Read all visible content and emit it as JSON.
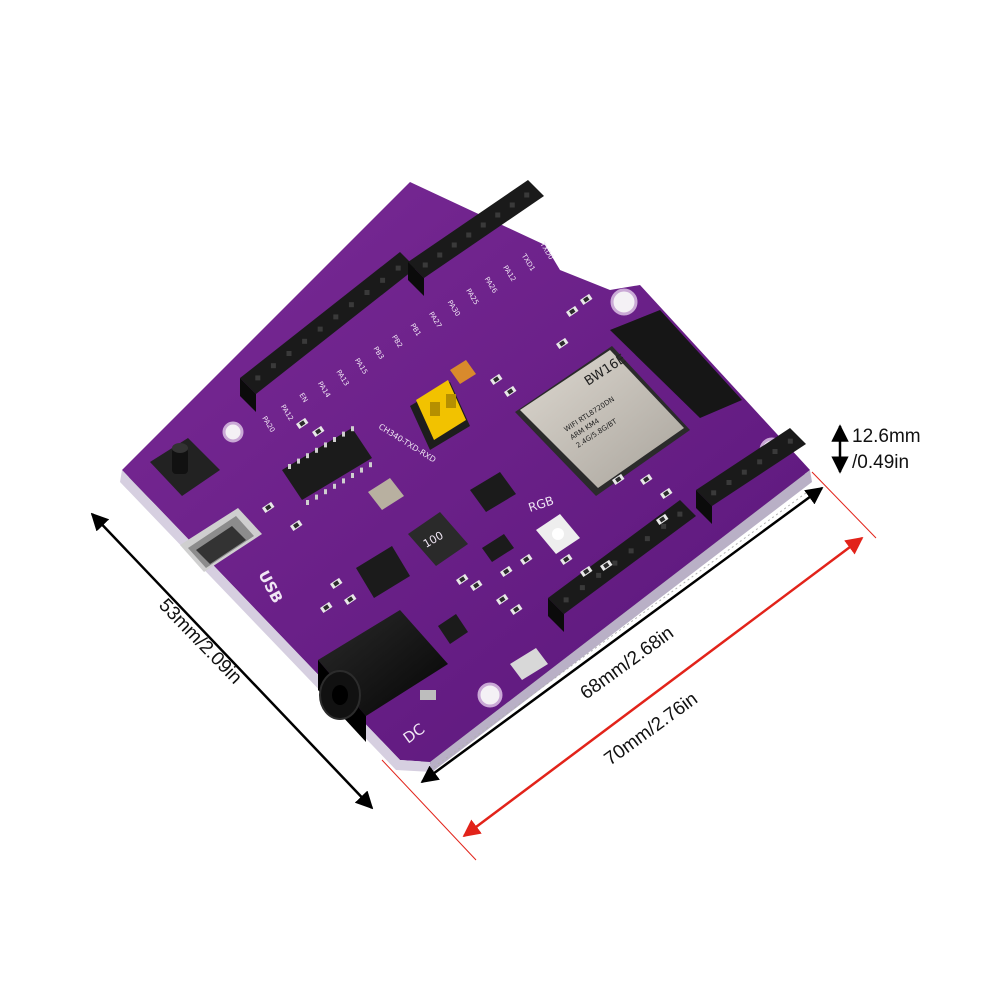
{
  "board": {
    "silkscreen": {
      "usb": "USB",
      "dc": "DC",
      "rgb": "RGB",
      "inductor": "100",
      "module_name": "BW16E",
      "module_line1": "WIFI RTL8720DN",
      "module_line2": "ARM KM4",
      "module_line3": "2.4G/5.8G/BT",
      "uart": "CH340-TXD-RXD",
      "pin_labels": [
        "TXD0",
        "TXD1",
        "PA12",
        "PA26",
        "PA25",
        "PA30",
        "PA27",
        "PB1",
        "PB2",
        "PB3",
        "PA15",
        "PA13",
        "PA14",
        "EN",
        "PA12",
        "PA20"
      ]
    },
    "colors": {
      "pcb": "#6a1f86",
      "header": "#1a1a1a",
      "jumper": "#f2c200",
      "module_shield": "#c9c4bc",
      "dimension_black": "#000000",
      "dimension_red": "#e2231a"
    }
  },
  "dimensions": {
    "height": {
      "line1": "12.6mm",
      "line2": "/0.49in"
    },
    "width_left": "53mm/2.09in",
    "length_inner": "68mm/2.68in",
    "length_outer": "70mm/2.76in"
  }
}
